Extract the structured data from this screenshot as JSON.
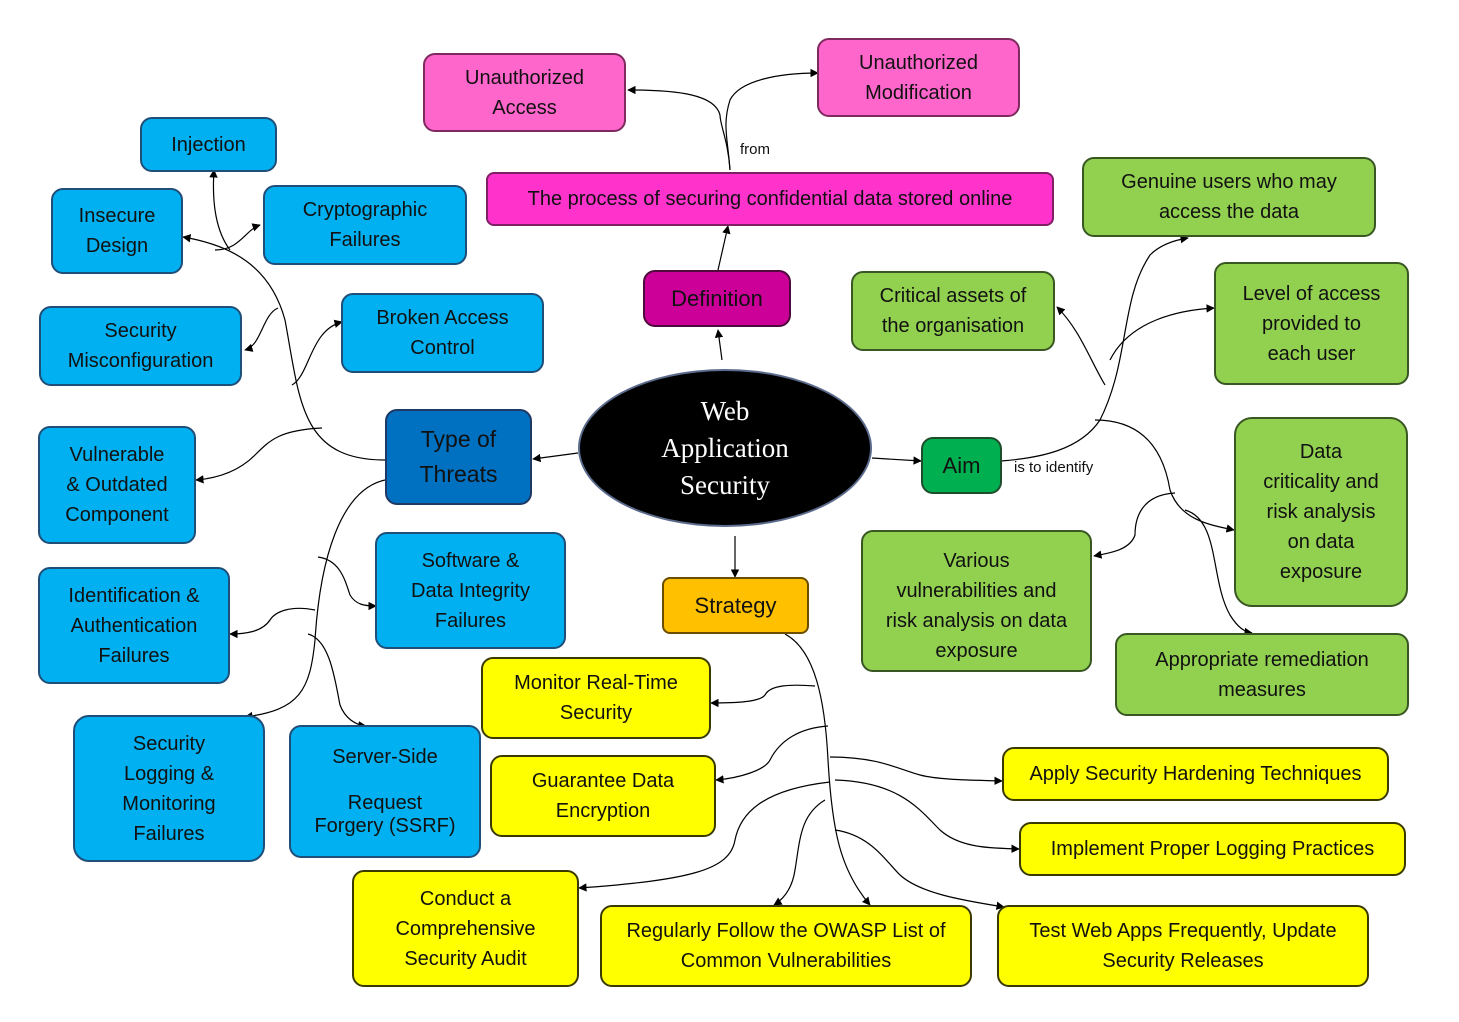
{
  "center": {
    "label": "Web\nApplication\nSecurity"
  },
  "definition": {
    "label": "Definition",
    "process": "The process of securing confidential data stored online",
    "connector": "from",
    "unauthorized_access": "Unauthorized\nAccess",
    "unauthorized_modification": "Unauthorized\nModification"
  },
  "aim": {
    "label": "Aim",
    "connector": "is to identify",
    "items": [
      "Genuine users who may\naccess the data",
      "Level of access\nprovided to\neach user",
      "Critical assets of\nthe organisation",
      "Data\ncriticality and\nrisk analysis\non data\nexposure",
      "Various\nvulnerabilities and\nrisk analysis on data\nexposure",
      "Appropriate remediation\nmeasures"
    ]
  },
  "threats": {
    "label": "Type of\nThreats",
    "items": [
      "Injection",
      "Insecure\nDesign",
      "Cryptographic\nFailures",
      "Security\nMisconfiguration",
      "Broken Access\nControl",
      "Vulnerable\n& Outdated\nComponent",
      "Software &\nData Integrity\nFailures",
      "Identification &\nAuthentication\nFailures",
      "Security\nLogging &\nMonitoring\nFailures",
      "Server-Side\n\nRequest\nForgery (SSRF)"
    ]
  },
  "strategy": {
    "label": "Strategy",
    "items": [
      "Monitor Real-Time\nSecurity",
      "Guarantee Data\nEncryption",
      "Apply Security Hardening Techniques",
      "Implement Proper Logging Practices",
      "Conduct a\nComprehensive\nSecurity Audit",
      "Regularly Follow the OWASP List of\nCommon Vulnerabilities",
      "Test Web Apps Frequently, Update\nSecurity Releases"
    ]
  },
  "colors": {
    "threats": "#00b0f0",
    "threats_hub": "#0070c0",
    "definition_hub": "#cc0099",
    "definition_nodes": "#ff66cc",
    "aim_hub": "#00b050",
    "aim_nodes": "#92d050",
    "strategy_hub": "#ffc000",
    "strategy_nodes": "#ffff00",
    "center": "#000000"
  }
}
